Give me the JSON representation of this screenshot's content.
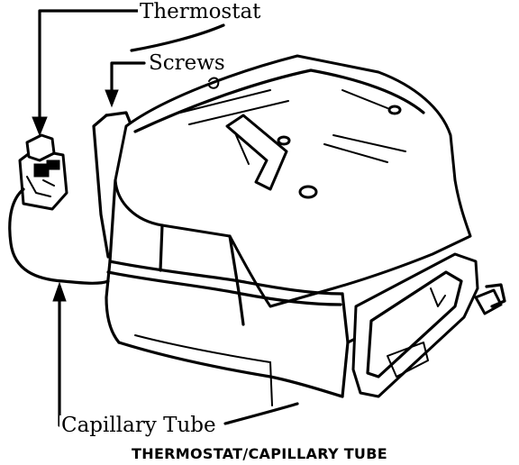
{
  "labels": {
    "thermostat": "Thermostat",
    "screws": "Screws",
    "capillary_tube": "Capillary Tube"
  },
  "caption": "THERMOSTAT/CAPILLARY TUBE",
  "colors": {
    "ink": "#000000",
    "background": "#ffffff"
  }
}
